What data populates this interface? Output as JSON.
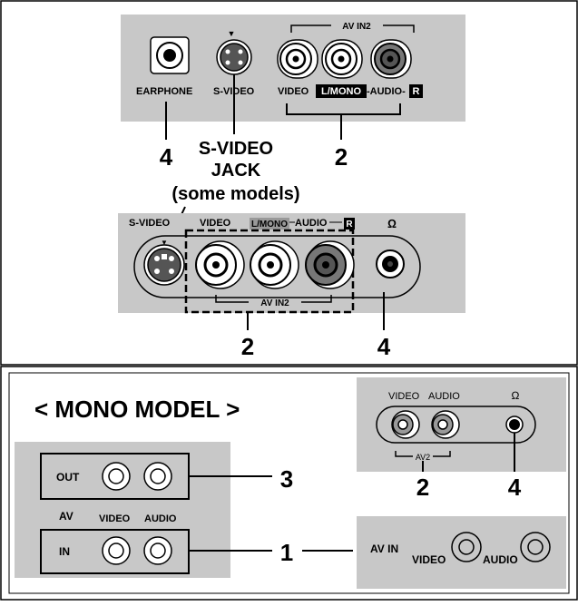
{
  "top_panel": {
    "earphone_label": "EARPHONE",
    "svideo_label": "S-VIDEO",
    "av_in2_label": "AV IN2",
    "video_label": "VIDEO",
    "lmono_label": "L/MONO",
    "audio_label": "-AUDIO-",
    "r_label": "R",
    "callout_earphone": "4",
    "callout_av": "2"
  },
  "svideo_note": {
    "line1": "S-VIDEO",
    "line2": "JACK",
    "line3": "(some models)"
  },
  "middle_panel": {
    "svideo_label": "S-VIDEO",
    "video_label": "VIDEO",
    "lmono_label": "L/MONO",
    "audio_label": "AUDIO",
    "r_label": "R",
    "av_in2_label": "AV IN2",
    "headphone_symbol": "Ω",
    "callout_av": "2",
    "callout_earphone": "4"
  },
  "mono_section": {
    "title": "< MONO MODEL >",
    "out_label": "OUT",
    "av_label": "AV",
    "video_label": "VIDEO",
    "audio_label": "AUDIO",
    "in_label": "IN",
    "callout_out": "3",
    "callout_in": "1"
  },
  "mono_front": {
    "video_label": "VIDEO",
    "audio_label": "AUDIO",
    "headphone_symbol": "Ω",
    "av2_label": "AV2",
    "callout_av": "2",
    "callout_earphone": "4"
  },
  "mono_side": {
    "av_in_label": "AV IN",
    "video_label": "VIDEO",
    "audio_label": "AUDIO"
  },
  "colors": {
    "panel_gray": "#c8c8c8",
    "border": "#000000",
    "background": "#ffffff"
  }
}
